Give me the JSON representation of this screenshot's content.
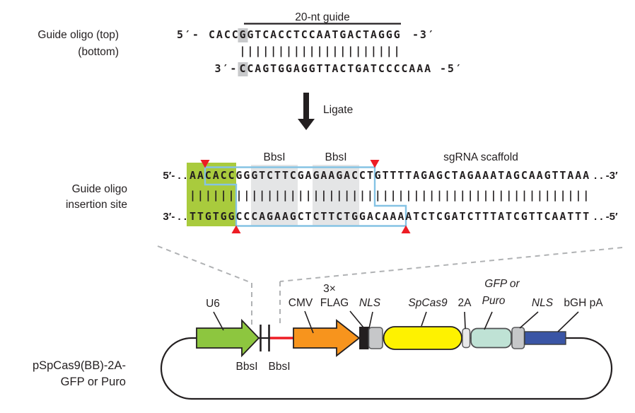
{
  "colors": {
    "guide_blue": "#29abe2",
    "scaffold_red": "#ed1c24",
    "scaffold_red_light": "#f4827f",
    "vector_gray": "#808285",
    "black_seq": "#231f20",
    "overhang_green_box": "#a9cb3d",
    "bbsi_band_gray": "#e4e5e6",
    "excision_outline_blue": "#85c3e4",
    "cut_triangle_red": "#ed1c24",
    "gray_char_box": "#c8c9cb",
    "u6_green": "#8dc63f",
    "cmv_orange": "#f7941d",
    "flag_black": "#231f20",
    "nls_gray": "#c6c7c9",
    "spcas9_yellow": "#fef200",
    "p2a_lightgray": "#e8e9ea",
    "gfp_teal": "#bfe2d5",
    "bgh_blue": "#3a55a5",
    "insert_red_line": "#ed1c24"
  },
  "top": {
    "label_line1": "Guide oligo (top)",
    "label_line2": "(bottom)",
    "guide_bracket": "20-nt guide",
    "strand_top": {
      "p5": "5′-",
      "black": "CACC",
      "g_boxed": "G",
      "guide": "GTCACCTCCAATGACTAGGG",
      "p3": "-3′"
    },
    "pairs": "|||||||||||||||||||||",
    "strand_bottom": {
      "p3": "3′-",
      "c_boxed": "C",
      "guide": "CAGTGGAGGTTACTGATCCC",
      "black": "CAAA",
      "p5": "-5′"
    }
  },
  "ligate": {
    "label": "Ligate"
  },
  "insertion": {
    "label_line1": "Guide oligo",
    "label_line2": "insertion site",
    "bbsi_left": "BbsI",
    "bbsi_right": "BbsI",
    "scaffold_label": "sgRNA scaffold",
    "top": {
      "prefix": "5′- . .",
      "aa": "AA",
      "cacc": "CACC",
      "vector": "GGGTCTTCGAGAAGACCT",
      "scaffold": "GTTTTAGAGCTAGAAATAGCAAGTTAAA",
      "suffix": ". . -3′"
    },
    "pairs": "||||||||||||||||||||||||||||||||||||||||||||||||||||",
    "bottom": {
      "prefix": "3′- . .",
      "ttgtgg": "TTGTGG",
      "vector": "CCCAGAAGCTCTTCTGGA",
      "caaa": "CAAA",
      "scaffold": "ATCTCGATCTTTATCGTTCAATTT",
      "suffix": ". . -5′"
    }
  },
  "plasmid": {
    "name_line1": "pSpCas9(BB)-2A-",
    "name_line2": "GFP or Puro",
    "bbsi_left": "BbsI",
    "bbsi_right": "BbsI",
    "labels": {
      "u6": "U6",
      "cmv": "CMV",
      "flag_line1": "3×",
      "flag_line2": "FLAG",
      "nls1": "NLS",
      "spcas9": "SpCas9",
      "p2a": "2A",
      "gfp_line1": "GFP or",
      "gfp_line2": "Puro",
      "nls2": "NLS",
      "bgh": "bGH pA"
    }
  }
}
